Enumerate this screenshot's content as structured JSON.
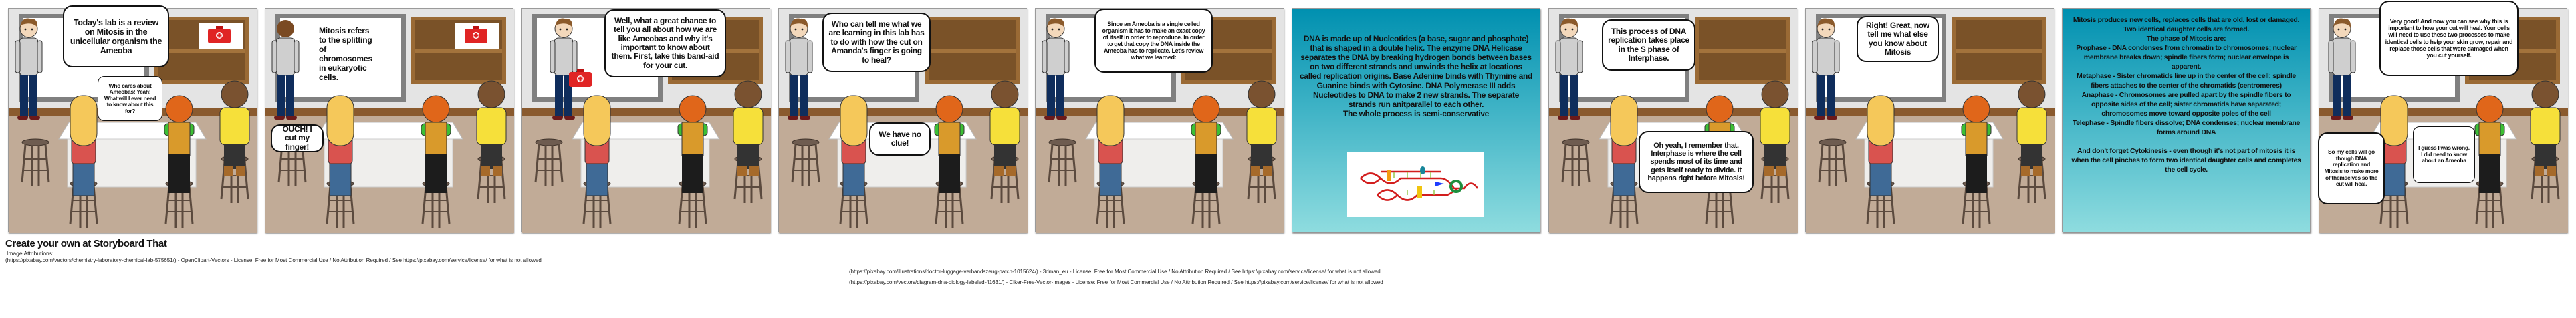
{
  "panels": [
    {
      "type": "scene",
      "bubbles": [
        "Today's lab is a review on Mitosis in the unicellular organism the Ameoba",
        "Who cares about Ameobas! Yeah! What will I ever need to know about this for?"
      ]
    },
    {
      "type": "scene",
      "board_text": "Mitosis refers to the splitting of chromosomes in eukaryotic cells.",
      "bubbles": [
        "OUCH! I cut my finger!"
      ]
    },
    {
      "type": "scene",
      "bubbles": [
        "Well, what a great chance to tell you all about how we are like Ameobas and why it's important to know about them.  First, take this band-aid for your cut."
      ]
    },
    {
      "type": "scene",
      "bubbles": [
        "Who can tell me what we are learning in this lab has to do with how the cut on Amanda's finger is going to heal?",
        "We have no clue!"
      ]
    },
    {
      "type": "scene",
      "bubbles": [
        "Since an Ameoba is a single celled organism it has to make an exact copy of itself in order to reproduce. In order to get that copy the DNA inside the Ameoba has to replicate. Let's review what we learned:"
      ]
    },
    {
      "type": "info",
      "text": "DNA is made up of Nucleotides (a base, sugar and phosphate) that is shaped in a double helix. The enzyme DNA Helicase separates the DNA by breaking hydrogen bonds between bases on two different strands and unwinds the helix at locations called replication origins. Base Adenine binds with Thymine and Guanine binds with Cytosine. DNA Polymerase III adds Nucleotides to DNA to make 2 new strands. The separate strands run anitparallel to each other.\nThe whole process is semi-conservative"
    },
    {
      "type": "scene",
      "bubbles": [
        "This process of DNA replication takes place in the S phase of Interphase.",
        "Oh yeah, I remember that. Interphase is where the cell spends most of its time and gets itself ready to divide. It happens right before Mitosis!"
      ]
    },
    {
      "type": "scene",
      "bubbles": [
        "Right! Great, now tell me what else you know about Mitosis"
      ]
    },
    {
      "type": "info",
      "text": "Mitosis produces new cells, replaces cells that are old, lost or damaged. Two identical daughter cells are formed.\nThe phase of Mitosis are:\nProphase - DNA condenses from chromatin to chromosomes; nuclear membrane breaks down; spindle fibers form; nuclear envelope is apparent.\nMetaphase - Sister chromatids line up in the center of the cell; spindle fibers attaches to the center of the chromatids (centromeres)\nAnaphase - Chromosomes are pulled apart by the spindle fibers to opposite sides of the cell; sister chromatids have separated; chromosomes move toward opposite poles of the cell\nTelephase - Spindle fibers dissolve; DNA condenses; nuclear membrane forms around DNA\n\nAnd don't forget Cytokinesis - even though it's not part of mitosis it is when the cell pinches to form two identical daughter cells and completes the cell cycle."
    },
    {
      "type": "scene",
      "bubbles": [
        "Very good! And now you can see why this is important to how your cut will heal. Your cells will need to use these two processes to make identical cells to help your skin grow, repair and replace those cells that were damaged when you cut yourself.",
        "So my cells will go though DNA replication and Mitosis to make more of themselves so the cut will heal.",
        "I guess I was wrong. I did need to know about an Ameoba"
      ]
    }
  ],
  "footer": {
    "title": "Create your own at Storyboard That",
    "attributions_label": "Image Attributions:",
    "attributions": [
      "(https://pixabay.com/vectors/chemistry-laboratory-chemical-lab-575651/) - OpenClipart-Vectors - License: Free for Most Commercial Use / No Attribution Required / See https://pixabay.com/service/license/ for what is not allowed",
      "(https://pixabay.com/illustrations/doctor-luggage-verbandszeug-patch-1015624/) - 3dman_eu - License: Free for Most Commercial Use / No Attribution Required / See https://pixabay.com/service/license/ for what is not allowed",
      "(https://pixabay.com/vectors/diagram-dna-biology-labeled-41631/) - Clker-Free-Vector-Images - License: Free for Most Commercial Use / No Attribution Required / See https://pixabay.com/service/license/ for what is not allowed"
    ]
  },
  "colors": {
    "wall": "#e4e4e4",
    "floor": "#c1ab97",
    "shelf": "#7a5228",
    "info_top": "#0090b0",
    "info_bottom": "#8edcdf"
  }
}
